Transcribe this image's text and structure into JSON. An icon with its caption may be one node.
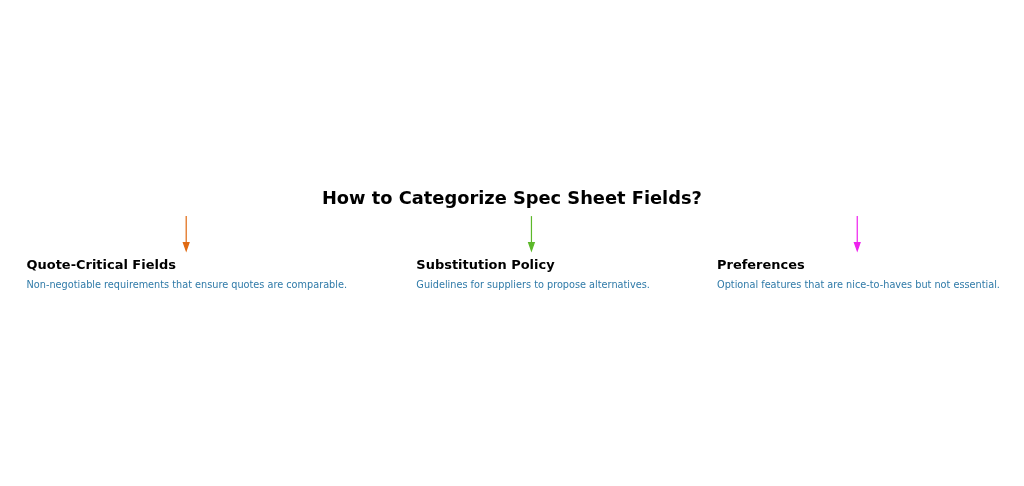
{
  "diagram": {
    "title": "How to Categorize Spec Sheet Fields?",
    "nodes": [
      {
        "text": [
          "Quote-Critical Fields",
          "Non-negotiable requirements that ensure quotes are comparable."
        ]
      },
      {
        "text": [
          "Preferences",
          "Optional features that are nice-to-haves but not essential."
        ]
      },
      {
        "text": [
          "Substitution Policy",
          "Guidelines for suppliers to propose alternatives."
        ]
      }
    ],
    "edges": [
      {
        "from": null,
        "to": 0,
        "arrow": "to",
        "color": "#e06a12"
      },
      {
        "from": null,
        "to": 2,
        "arrow": "to",
        "color": "#5cb82a"
      },
      {
        "from": null,
        "to": 1,
        "arrow": "to",
        "color": "#ee22ee"
      }
    ]
  }
}
